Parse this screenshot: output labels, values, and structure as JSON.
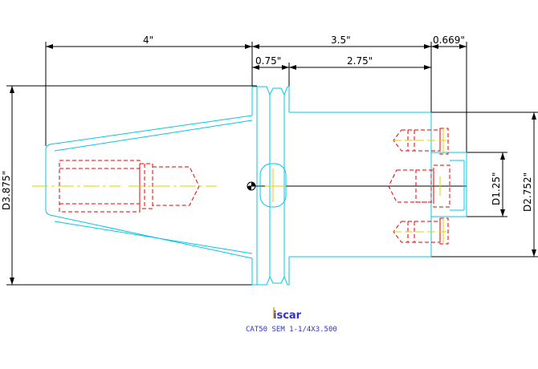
{
  "dimensions": {
    "overall_taper_length": "4\"",
    "flange_to_face_length": "3.5\"",
    "face_extension": "0.669\"",
    "flange_width": "0.75\"",
    "body_length": "2.75\"",
    "flange_diameter": "D3.875\"",
    "body_diameter": "D2.752\"",
    "bore_diameter": "D1.25\""
  },
  "title_block": {
    "logo": "iscar",
    "part_description": "CAT50 SEM 1-1/4X3.500"
  },
  "colors": {
    "outline": "#00c8e6",
    "hidden_lines": "#e60000",
    "center_lines": "#e6d200",
    "dimension_lines": "#000000",
    "title": "#3232c8"
  }
}
